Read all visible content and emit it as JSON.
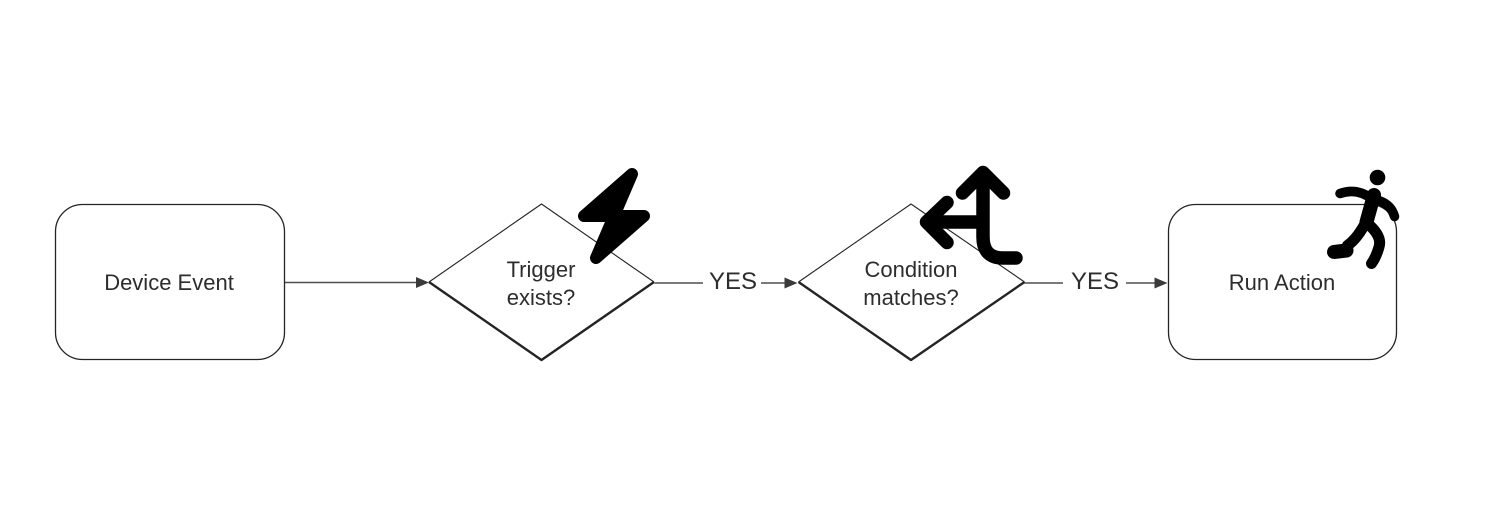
{
  "diagram_type": "flowchart",
  "palette": {
    "background": "#ffffff",
    "shape_stroke": "#242424",
    "connector": "#4f4f4f",
    "arrowhead": "#3a3a3a",
    "text": "#2d2d2d",
    "icon": "#000000"
  },
  "nodes": [
    {
      "id": "device-event",
      "shape": "rounded-rectangle",
      "label": "Device Event",
      "icon": ""
    },
    {
      "id": "trigger-exists",
      "shape": "diamond",
      "label": "Trigger\nexists?",
      "icon": "lightning-bolt-icon"
    },
    {
      "id": "condition-matches",
      "shape": "diamond",
      "label": "Condition\nmatches?",
      "icon": "arrows-split-up-left-icon"
    },
    {
      "id": "run-action",
      "shape": "rounded-rectangle",
      "label": "Run Action",
      "icon": "person-running-icon"
    }
  ],
  "edges": [
    {
      "from": "device-event",
      "to": "trigger-exists",
      "label": ""
    },
    {
      "from": "trigger-exists",
      "to": "condition-matches",
      "label": "YES"
    },
    {
      "from": "condition-matches",
      "to": "run-action",
      "label": "YES"
    }
  ]
}
